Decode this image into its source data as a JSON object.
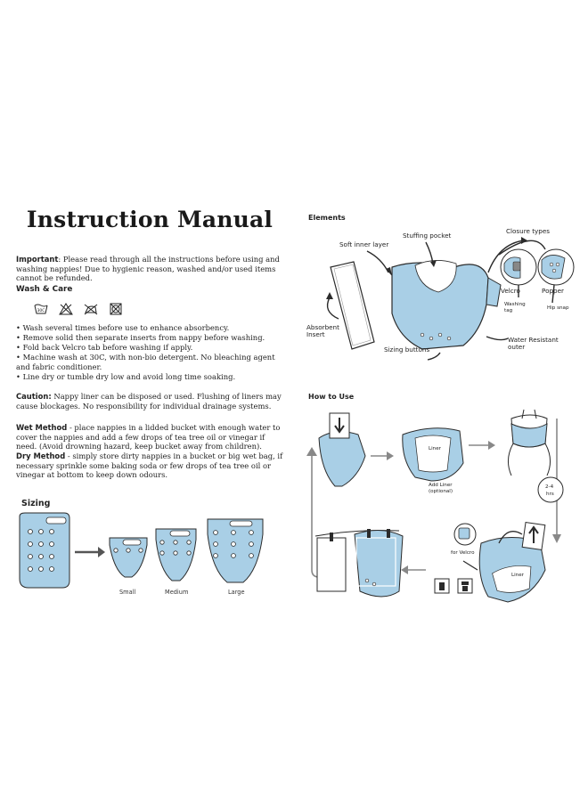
{
  "title": "Instruction Manual",
  "important": {
    "label": "Important",
    "text": ": Please read through all the instructions before using and washing nappies! Due to hygienic reason, washed and/or used items cannot be refunded."
  },
  "wash_care": {
    "heading": "Wash & Care",
    "symbol_text": "30C",
    "bullets": [
      "• Wash several times before use to enhance absorbency.",
      "• Remove solid then separate inserts from nappy before washing.",
      "• Fold back Velcro tab before washing if apply.",
      "• Machine wash at 30C, with non-bio detergent. No bleaching agent and fabric conditioner.",
      "• Line dry or tumble dry low and avoid long time soaking."
    ]
  },
  "caution": {
    "label": "Caution:",
    "text": " Nappy liner can be disposed or used. Flushing of liners may cause blockages. No responsibility for individual drainage systems."
  },
  "wet_method": {
    "label": "Wet Method",
    "text": " - place nappies in a lidded bucket with enough water to cover the nappies and add a few drops of tea tree oil or vinegar if need. (Avoid drowning hazard, keep bucket away from children)."
  },
  "dry_method": {
    "label": "Dry Method",
    "text": " - simply store dirty nappies in a bucket or big wet bag, if necessary sprinkle some baking soda or few drops of tea tree oil or vinegar at bottom to keep down odours."
  },
  "sizing": {
    "heading": "Sizing",
    "labels": [
      "Small",
      "Medium",
      "Large"
    ]
  },
  "elements": {
    "heading": "Elements",
    "labels": {
      "soft_inner_layer": "Soft inner layer",
      "stuffing_pocket": "Stuffing pocket",
      "closure_types": "Closure types",
      "velcro": "Velcro",
      "popper": "Popper",
      "washing_tag": "Washing tag",
      "hip_snap": "Hip snap",
      "absorbent_insert": "Absorbent Insert",
      "sizing_buttons": "Sizing buttons",
      "water_resistant_outer": "Water Resistant outer"
    }
  },
  "how_to_use": {
    "heading": "How to Use",
    "liner": "Liner",
    "add_liner": "Add Liner",
    "optional": "(optional)",
    "hours": "2-4",
    "hrs": "hrs",
    "for_velcro": "for Velcro",
    "liner2": "Liner"
  },
  "colors": {
    "nappy_blue": "#a9cfe6",
    "outline": "#2b2b2b"
  }
}
